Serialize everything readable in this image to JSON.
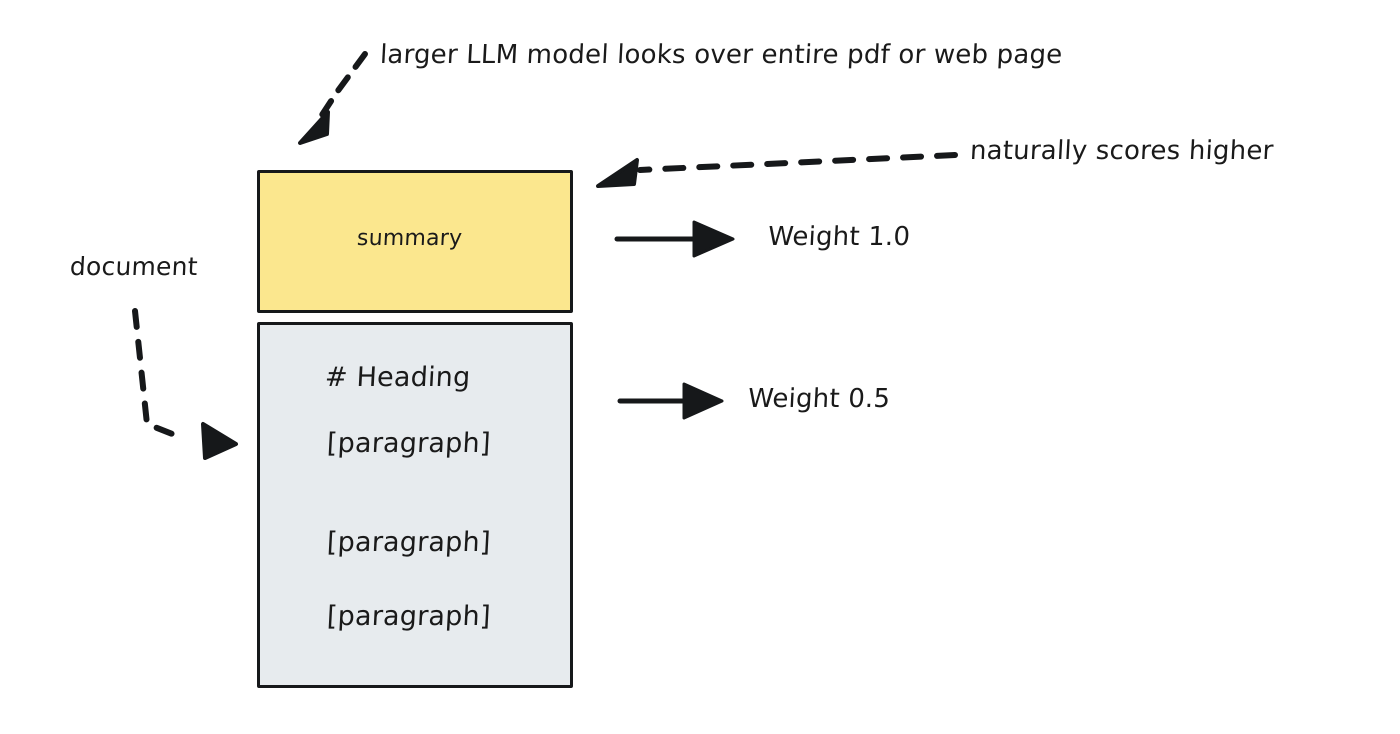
{
  "diagram": {
    "title": "document chunk weighting diagram",
    "background_color": "#ffffff",
    "stroke_color": "#16181a"
  },
  "boxes": {
    "summary": {
      "label": "summary",
      "fill_color": "#fbe78e",
      "border_color": "#16181a"
    },
    "document": {
      "fill_color": "#e7ebee",
      "border_color": "#16181a",
      "lines": [
        "# Heading",
        "[paragraph]",
        "[paragraph]",
        "[paragraph]"
      ]
    }
  },
  "annotations": {
    "top": "larger LLM model looks over entire pdf or web page",
    "naturally": "naturally scores higher",
    "document": "document",
    "weight_high": "Weight 1.0",
    "weight_low": "Weight 0.5"
  },
  "arrows": {
    "top_dashed": "dashed-arrow-to-summary-box",
    "naturally_dashed": "dashed-arrow-to-summary-box-right",
    "document_dashed": "dashed-elbow-arrow-to-document-box",
    "weight_high_solid": "solid-arrow-weight-1",
    "weight_low_solid": "solid-arrow-weight-0-5"
  }
}
